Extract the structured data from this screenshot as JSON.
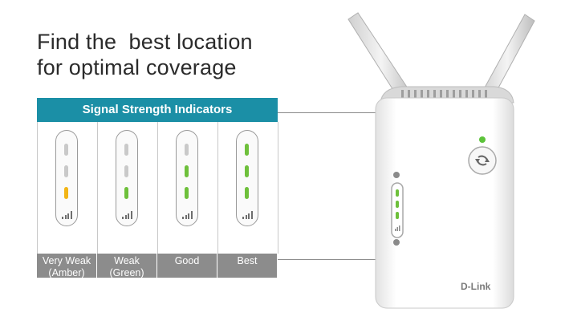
{
  "headline": {
    "line1": "Find the  best location",
    "line2": "for optimal coverage"
  },
  "panel": {
    "header": "Signal Strength Indicators",
    "levels": [
      {
        "label_line1": "Very Weak",
        "label_line2": "(Amber)",
        "lit": 1,
        "color": "#f2b516"
      },
      {
        "label_line1": "Weak",
        "label_line2": "(Green)",
        "lit": 1,
        "color": "#6ec03b"
      },
      {
        "label_line1": "Good",
        "label_line2": "",
        "lit": 2,
        "color": "#6ec03b"
      },
      {
        "label_line1": "Best",
        "label_line2": "",
        "lit": 3,
        "color": "#6ec03b"
      }
    ],
    "off_color": "#c9c9c9",
    "header_color": "#1b8fa6",
    "label_bg": "#8c8c8c"
  },
  "device": {
    "brand": "D-Link",
    "power_led_color": "#5cc33a",
    "icon": "wps-icon"
  }
}
